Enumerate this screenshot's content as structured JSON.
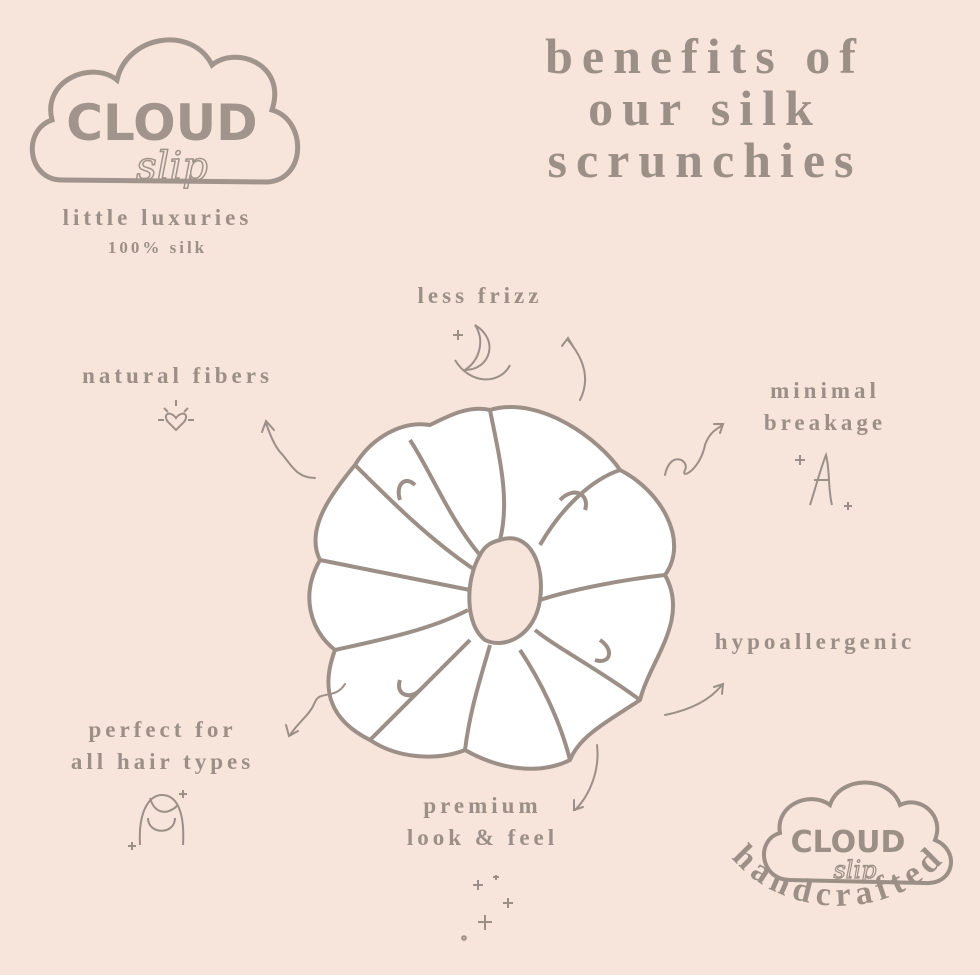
{
  "brand": {
    "logo_word": "CLOUD",
    "logo_script": "slip",
    "tagline": "little luxuries",
    "material": "100% silk",
    "stamp_text": "handcrafted"
  },
  "title": {
    "line1": "benefits of",
    "line2": "our silk",
    "line3": "scrunchies"
  },
  "benefits": {
    "less_frizz": "less frizz",
    "natural_fibers": "natural fibers",
    "minimal_line1": "minimal",
    "minimal_line2": "breakage",
    "hypoallergenic": "hypoallergenic",
    "perfect_line1": "perfect for",
    "perfect_line2": "all hair types",
    "premium_line1": "premium",
    "premium_line2": "look & feel"
  },
  "colors": {
    "background": "#f7e4da",
    "ink": "#9c8f87",
    "scrunchie_fill": "#ffffff"
  }
}
